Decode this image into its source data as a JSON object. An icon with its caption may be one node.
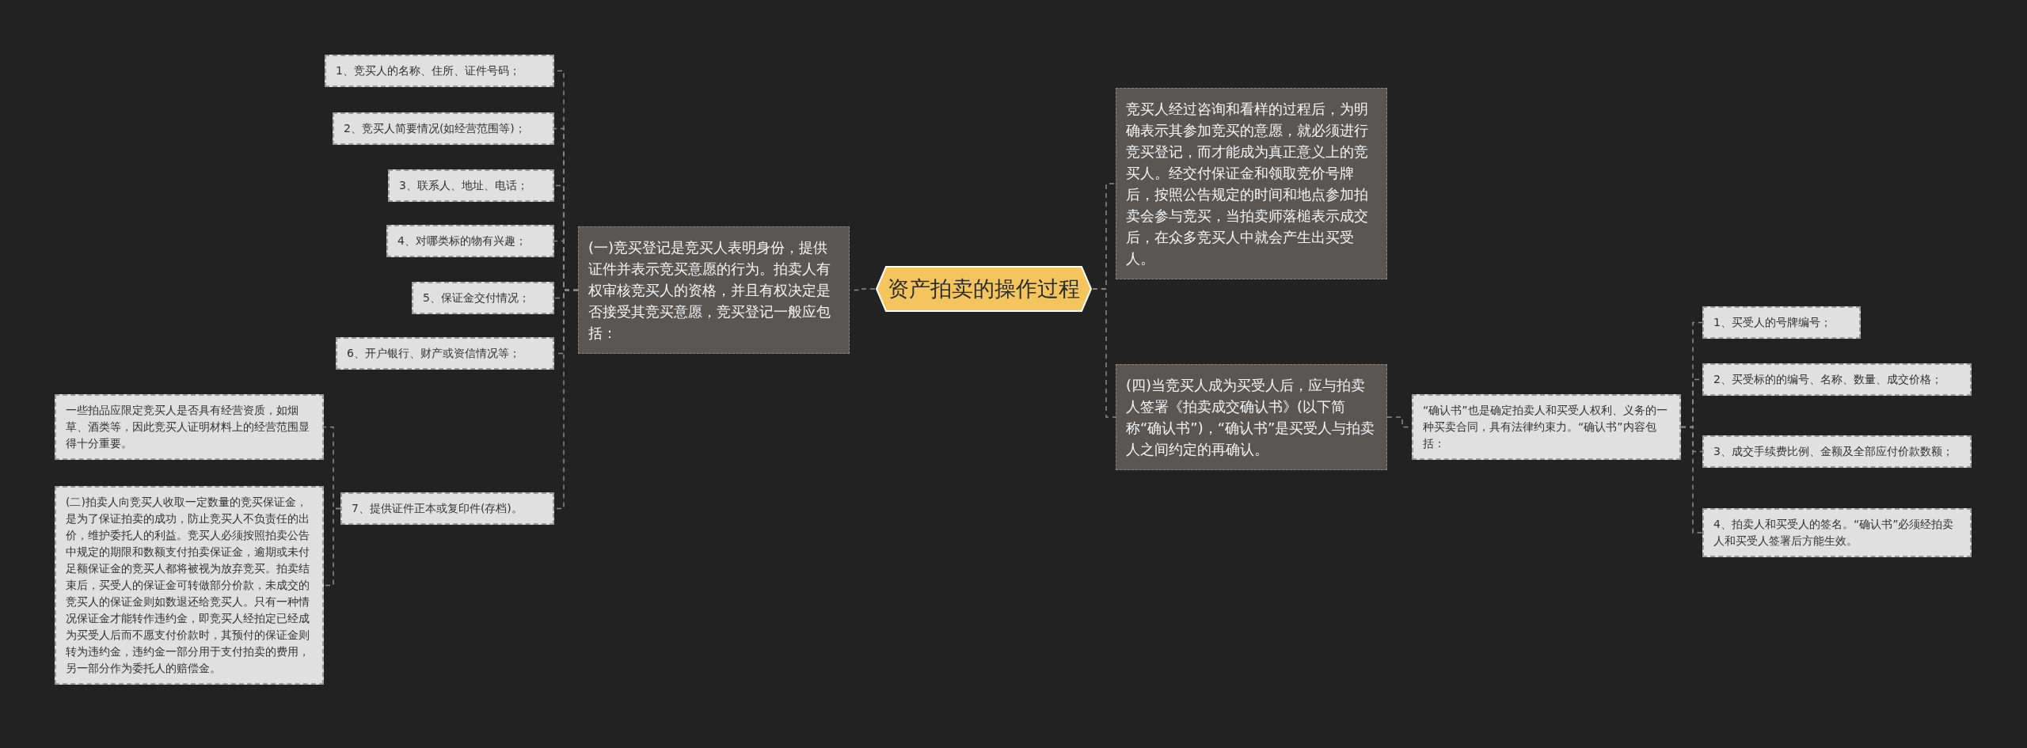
{
  "diagram": {
    "nodes": [
      {
        "text": [
          "资产拍卖的操作过程"
        ]
      },
      {
        "text": [
          "(一)竞买登记是竞买人表明身份，提供证件并表示竞买意愿的行为。拍卖人有权审核竞买人的资格，并且有权决定是否接受其竞买意愿，竞买登记一般应包括："
        ]
      },
      {
        "text": [
          "1、竞买人的名称、住所、证件号码；"
        ]
      },
      {
        "text": [
          "2、竞买人简要情况(如经营范围等)；"
        ]
      },
      {
        "text": [
          "3、联系人、地址、电话；"
        ]
      },
      {
        "text": [
          "4、对哪类标的物有兴趣；"
        ]
      },
      {
        "text": [
          "5、保证金交付情况；"
        ]
      },
      {
        "text": [
          "6、开户银行、财产或资信情况等；"
        ]
      },
      {
        "text": [
          "7、提供证件正本或复印件(存档)。"
        ]
      },
      {
        "text": [
          "一些拍品应限定竞买人是否具有经营资质，如烟草、酒类等，因此竞买人证明材料上的经营范围显得十分重要。"
        ]
      },
      {
        "text": [
          "(二)拍卖人向竞买人收取一定数量的竞买保证金，是为了保证拍卖的成功，防止竞买人不负责任的出价，维护委托人的利益。竞买人必须按照拍卖公告中规定的期限和数额支付拍卖保证金，逾期或未付足额保证金的竞买人都将被视为放弃竞买。拍卖结束后，买受人的保证金可转做部分价款，未成交的竞买人的保证金则如数退还给竞买人。只有一种情况保证金才能转作违约金，即竞买人经拍定已经成为买受人后而不愿支付价款时，其预付的保证金则转为违约金，违约金一部分用于支付拍卖的费用，另一部分作为委托人的赔偿金。"
        ]
      },
      {
        "text": [
          "竞买人经过咨询和看样的过程后，为明确表示其参加竞买的意愿，就必须进行竞买登记，而才能成为真正意义上的竞买人。经交付保证金和领取竞价号牌后，按照公告规定的时间和地点参加拍卖会参与竞买，当拍卖师落槌表示成交后，在众多竞买人中就会产生出买受人。"
        ]
      },
      {
        "text": [
          "(四)当竞买人成为买受人后，应与拍卖人签署《拍卖成交确认书》(以下简称“确认书”)，“确认书”是买受人与拍卖人之间约定的再确认。"
        ]
      },
      {
        "text": [
          "“确认书”也是确定拍卖人和买受人权利、义务的一种买卖合同，具有法律约束力。“确认书”内容包括："
        ]
      },
      {
        "text": [
          "1、买受人的号牌编号；"
        ]
      },
      {
        "text": [
          "2、买受标的的编号、名称、数量、成交价格；"
        ]
      },
      {
        "text": [
          "3、成交手续费比例、金额及全部应付价款数额；"
        ]
      },
      {
        "text": [
          "4、拍卖人和买受人的签名。“确认书”必须经拍卖人和买受人签署后方能生效。"
        ]
      }
    ],
    "edges": [
      {
        "from": 0,
        "to": 1,
        "arrow": "none"
      },
      {
        "from": 1,
        "to": 2,
        "arrow": "none"
      },
      {
        "from": 1,
        "to": 3,
        "arrow": "none"
      },
      {
        "from": 1,
        "to": 4,
        "arrow": "none"
      },
      {
        "from": 1,
        "to": 5,
        "arrow": "none"
      },
      {
        "from": 1,
        "to": 6,
        "arrow": "none"
      },
      {
        "from": 1,
        "to": 7,
        "arrow": "none"
      },
      {
        "from": 1,
        "to": 8,
        "arrow": "none"
      },
      {
        "from": 8,
        "to": 9,
        "arrow": "none"
      },
      {
        "from": 8,
        "to": 10,
        "arrow": "none"
      },
      {
        "from": 0,
        "to": 11,
        "arrow": "none"
      },
      {
        "from": 0,
        "to": 12,
        "arrow": "none"
      },
      {
        "from": 12,
        "to": 13,
        "arrow": "none"
      },
      {
        "from": 13,
        "to": 14,
        "arrow": "none"
      },
      {
        "from": 13,
        "to": 15,
        "arrow": "none"
      },
      {
        "from": 13,
        "to": 16,
        "arrow": "none"
      },
      {
        "from": 13,
        "to": 17,
        "arrow": "none"
      }
    ]
  }
}
